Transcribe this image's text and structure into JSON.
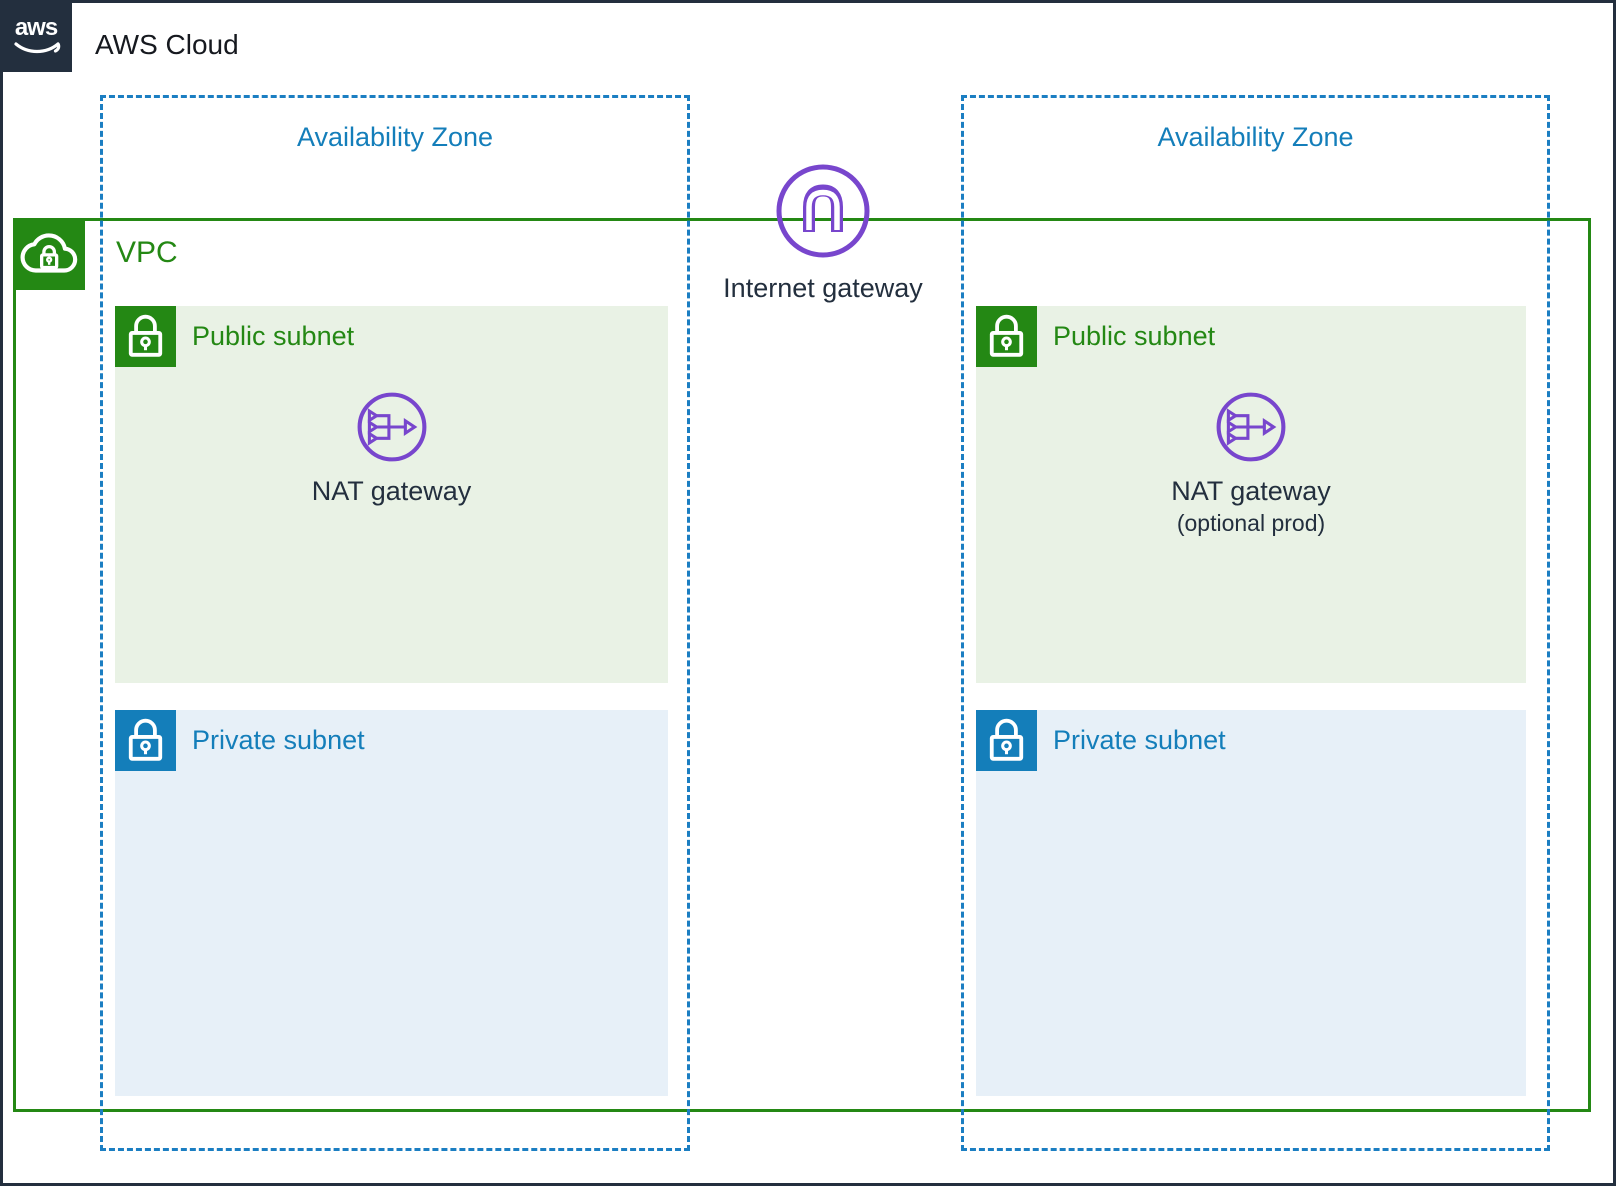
{
  "colors": {
    "dark_navy": "#232F3E",
    "green": "#248814",
    "blue": "#147EBA",
    "purple": "#7846CD",
    "public_subnet_fill": "#E9F2E5",
    "private_subnet_fill": "#E7F0F8"
  },
  "cloud": {
    "logo": "aws",
    "title": "AWS Cloud"
  },
  "internet_gateway": {
    "label": "Internet gateway"
  },
  "vpc": {
    "label": "VPC"
  },
  "zones": [
    {
      "label": "Availability Zone",
      "public_subnet": {
        "label": "Public subnet",
        "nat_gateway": {
          "label": "NAT gateway",
          "note": ""
        }
      },
      "private_subnet": {
        "label": "Private subnet"
      }
    },
    {
      "label": "Availability Zone",
      "public_subnet": {
        "label": "Public subnet",
        "nat_gateway": {
          "label": "NAT gateway",
          "note": "(optional prod)"
        }
      },
      "private_subnet": {
        "label": "Private subnet"
      }
    }
  ],
  "icons": {
    "aws_logo": "aws-smile-logo",
    "vpc": "cloud-lock-icon",
    "public_subnet": "lock-icon",
    "private_subnet": "lock-icon",
    "nat_gateway": "nat-merge-arrow-icon",
    "internet_gateway": "gateway-arch-icon"
  }
}
